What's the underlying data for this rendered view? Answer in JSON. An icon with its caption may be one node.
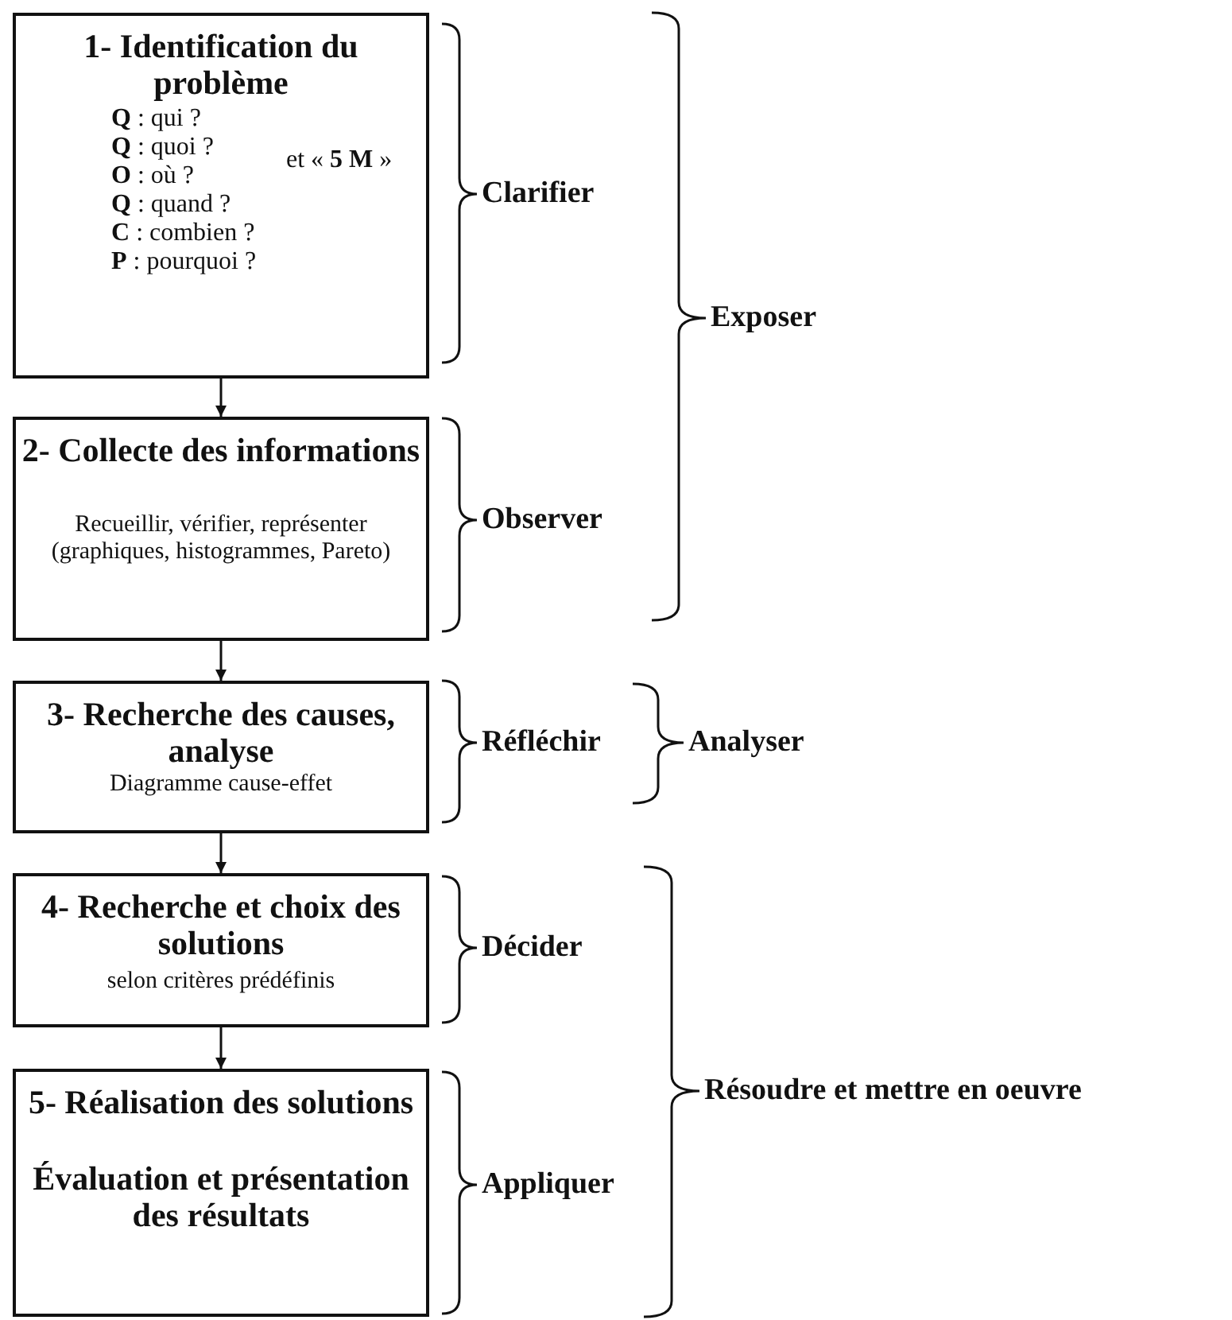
{
  "diagram": {
    "nodes": [
      {
        "text": [
          "1- Identification du problème",
          "**Q** : qui ?",
          "**Q** : quoi ?",
          "**O** : où ?",
          "**Q** : quand ?",
          "**C** : combien ?",
          "**P** : pourquoi ?",
          "et « **5 M** »"
        ]
      },
      {
        "text": [
          "2- Collecte des informations",
          "Recueillir, vérifier, représenter (graphiques, histogrammes, Pareto)"
        ]
      },
      {
        "text": [
          "3- Recherche des causes, analyse",
          "Diagramme cause-effet"
        ]
      },
      {
        "text": [
          "4- Recherche et choix des solutions",
          "selon critères prédéfinis"
        ]
      },
      {
        "text": [
          "5- Réalisation des solutions",
          "Évaluation et présentation des résultats"
        ]
      }
    ],
    "edges": [
      {
        "from": 0,
        "to": 1,
        "arrow": "to"
      },
      {
        "from": 1,
        "to": 2,
        "arrow": "to"
      },
      {
        "from": 2,
        "to": 3,
        "arrow": "to"
      },
      {
        "from": 3,
        "to": 4,
        "arrow": "to"
      }
    ],
    "labels": [
      "Clarifier",
      "Exposer",
      "Observer",
      "Réfléchir",
      "Analyser",
      "Décider",
      "Résoudre et mettre en oeuvre",
      "Appliquer"
    ]
  }
}
